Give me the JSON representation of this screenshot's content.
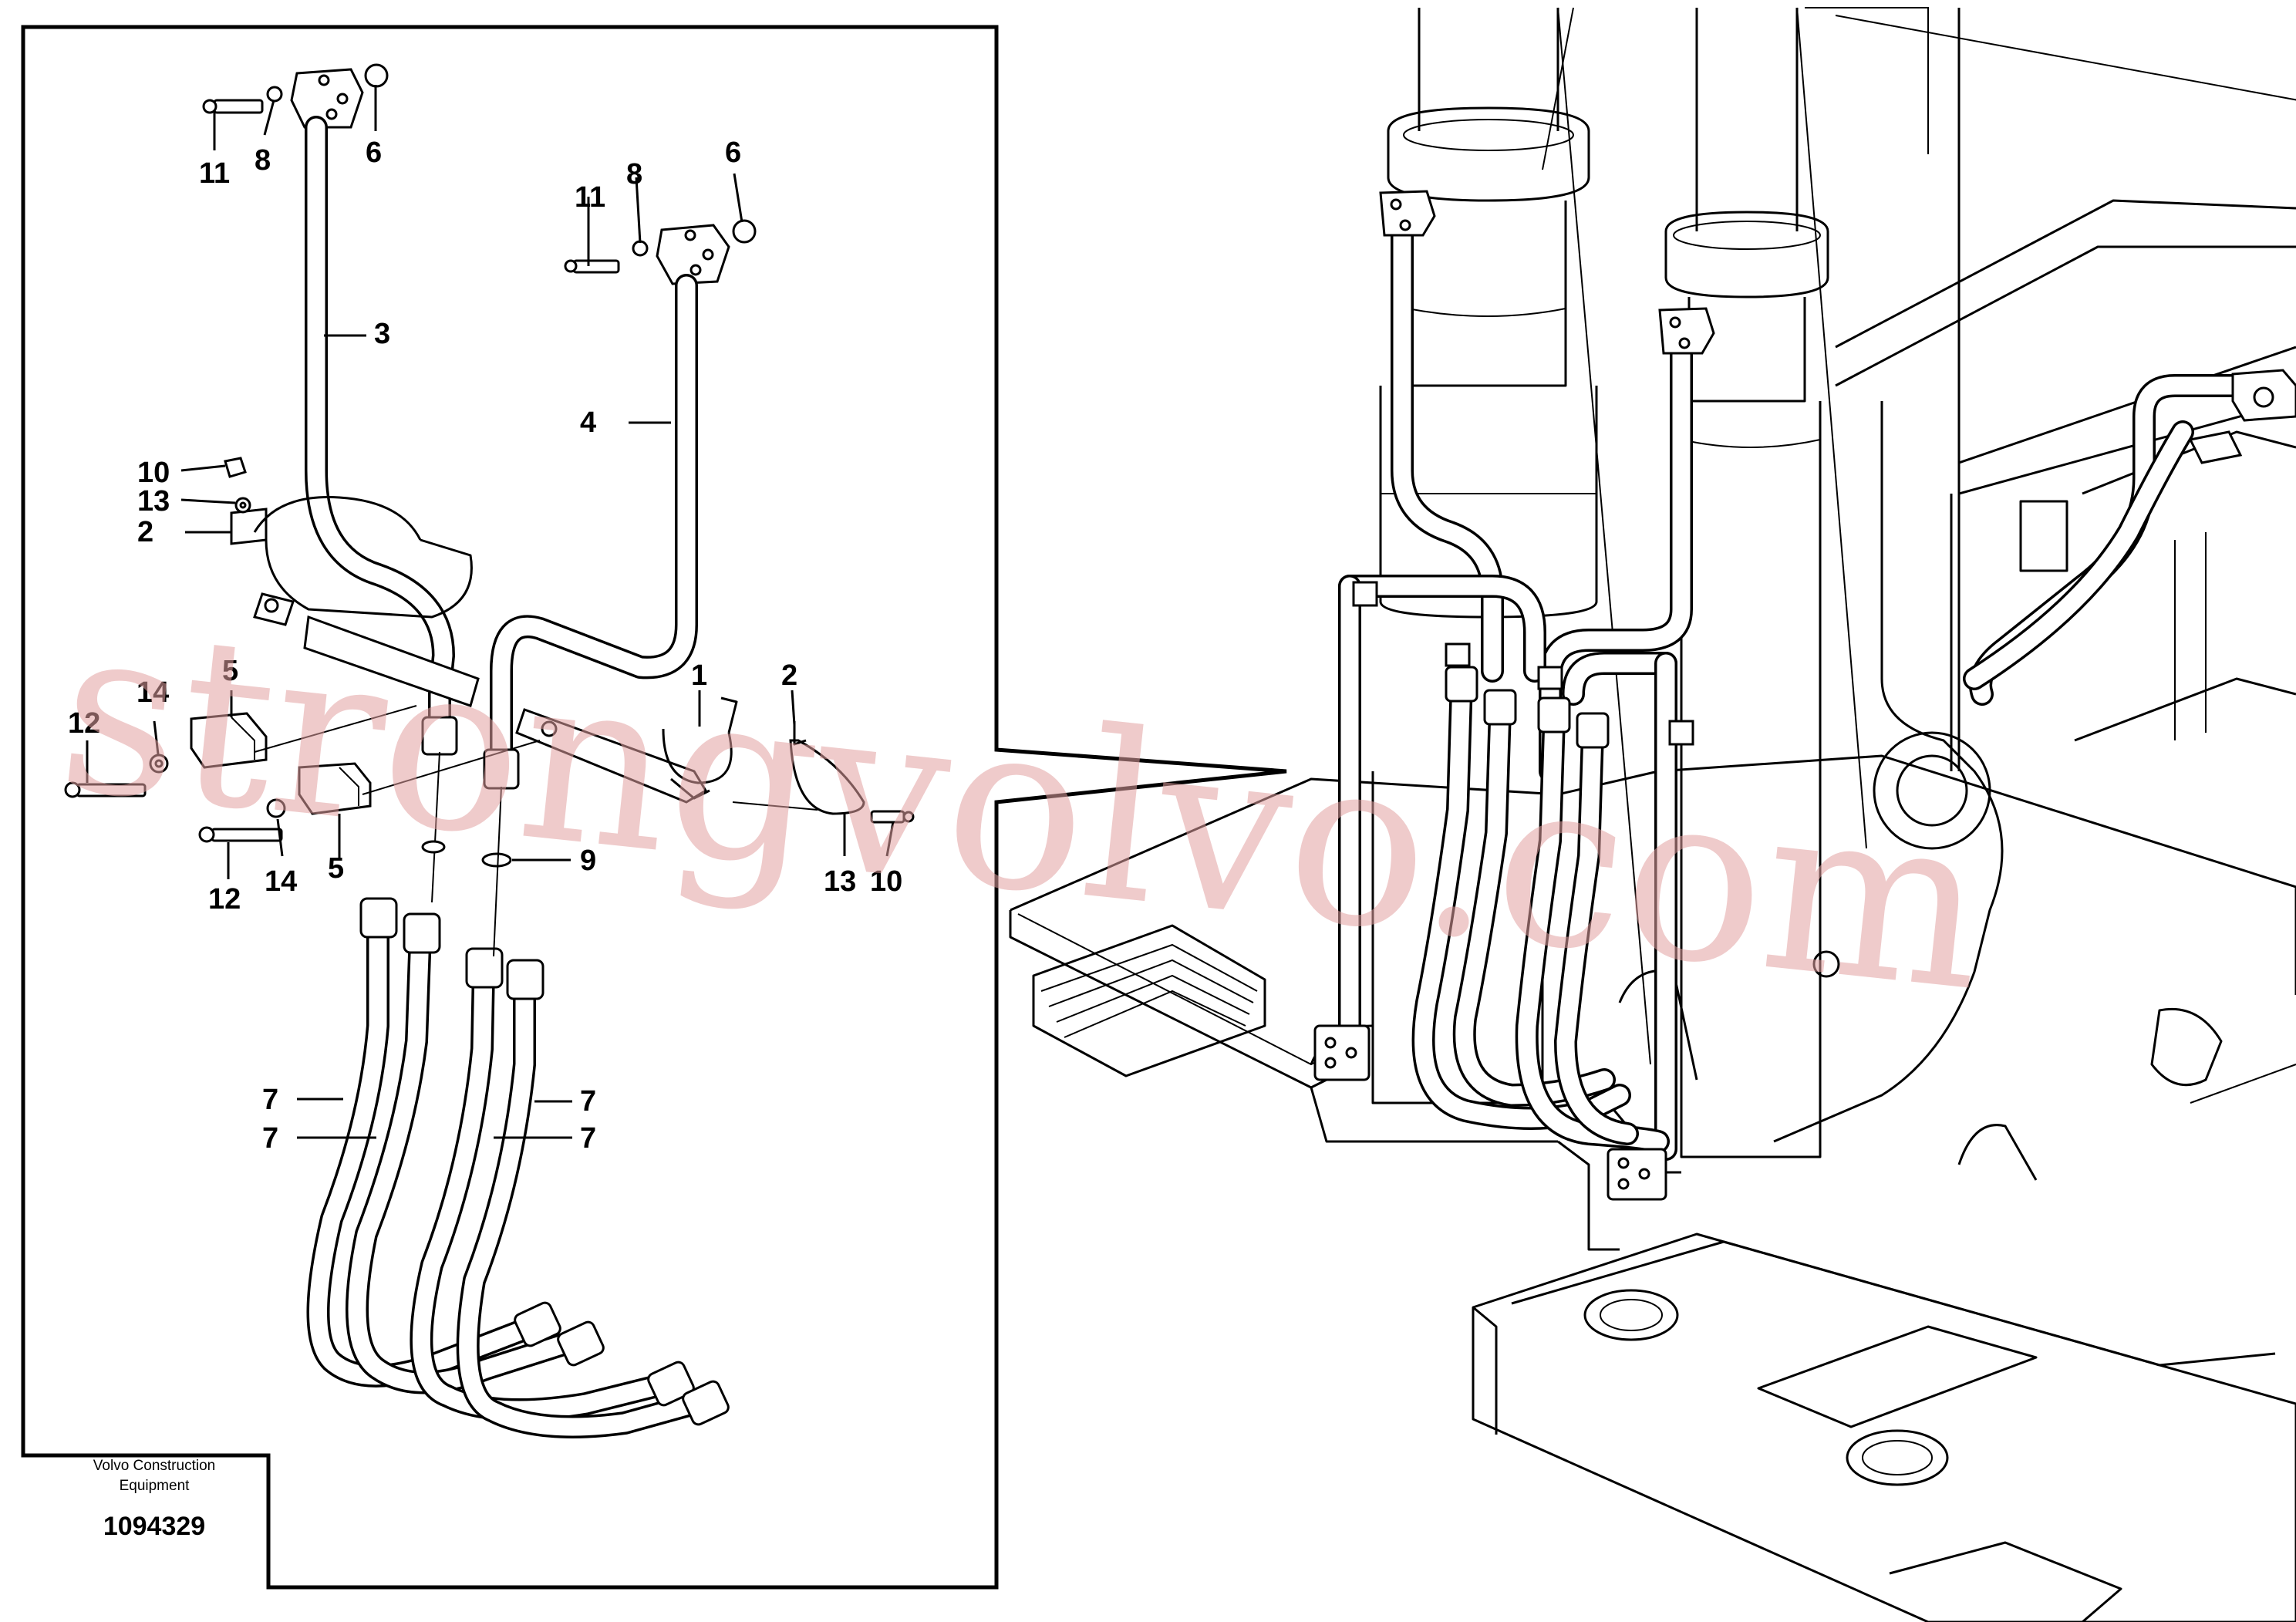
{
  "callouts": {
    "c11a": "11",
    "c8a": "8",
    "c6a": "6",
    "c11b": "11",
    "c8b": "8",
    "c6b": "6",
    "c3": "3",
    "c4": "4",
    "c10a": "10",
    "c13a": "13",
    "c2a": "2",
    "c5a": "5",
    "c14a": "14",
    "c12a": "12",
    "c1": "1",
    "c2b": "2",
    "c9": "9",
    "c12b": "12",
    "c14b": "14",
    "c5b": "5",
    "c13b": "13",
    "c10b": "10",
    "c7a": "7",
    "c7b": "7",
    "c7c": "7",
    "c7d": "7"
  },
  "footer": {
    "company_line1": "Volvo Construction",
    "company_line2": "Equipment",
    "drawing_number": "1094329"
  },
  "watermark": {
    "text": "strongvolvo.com",
    "color": "#e2a0a0"
  }
}
